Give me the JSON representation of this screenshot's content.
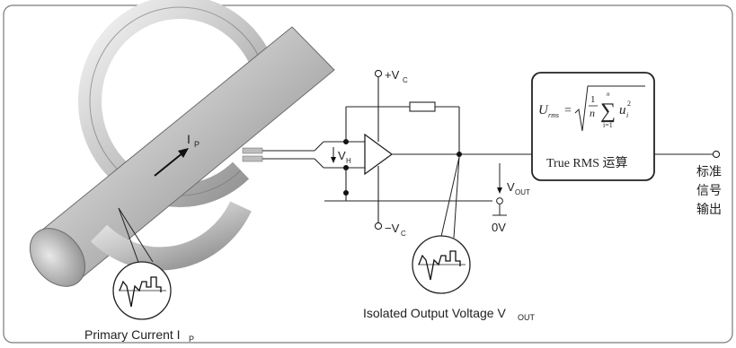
{
  "labels": {
    "primary_current": "Primary Current I",
    "primary_current_sub": "P",
    "isolated_output": "Isolated Output Voltage V",
    "isolated_output_sub": "OUT",
    "current_marker": "I",
    "current_marker_sub": "P",
    "plus_vc": "+V",
    "plus_vc_sub": "C",
    "minus_vc": "−V",
    "minus_vc_sub": "C",
    "vh": "V",
    "vh_sub": "H",
    "vout": "V",
    "vout_sub": "OUT",
    "zero_v": "0V",
    "rms_caption": "True RMS 运算",
    "rms_formula_lhs": "U",
    "rms_formula_lhs_sub": "rms",
    "rms_formula_eq": "=",
    "rms_frac_num": "1",
    "rms_frac_den": "n",
    "rms_sum_top": "n",
    "rms_sum_bottom": "i=1",
    "rms_sum_symbol": "∑",
    "rms_term": "u",
    "rms_term_sub": "i",
    "rms_term_sup": "2",
    "output_line1": "标准",
    "output_line2": "信号",
    "output_line3": "输出"
  },
  "colors": {
    "line": "#222222",
    "conductor_dark": "#8e8e8e",
    "conductor_light": "#e6e6e6",
    "core_dark": "#9a9a9a",
    "core_light": "#f2f2f2",
    "frame": "#7a7a7a"
  }
}
